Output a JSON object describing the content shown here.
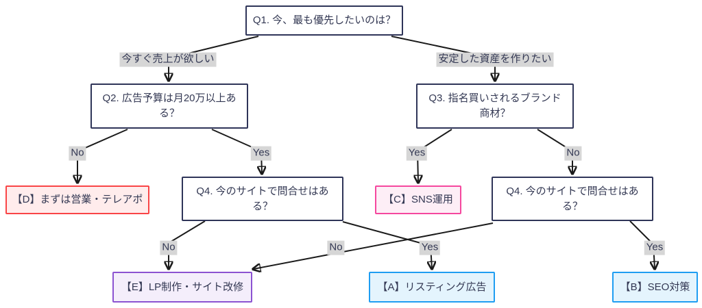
{
  "diagram": {
    "type": "decision-flowchart",
    "colors": {
      "question_border": "#2e3458",
      "question_fill": "#ffffff",
      "text": "#333853",
      "edge_line": "#1b1b1b",
      "edge_label_bg": "#d6d6d6",
      "result_d_border": "#f94446",
      "result_d_fill": "#ffecec",
      "result_c_border": "#f5479e",
      "result_c_fill": "#fdeef6",
      "result_e_border": "#8b52d1",
      "result_e_fill": "#f4eefb",
      "result_ab_border": "#1e9df2",
      "result_ab_fill": "#e4f4fd"
    },
    "nodes": {
      "q1": {
        "label": "Q1. 今、最も優先したいのは？"
      },
      "q2": {
        "label": "Q2. 広告予算は月20万以上ある？"
      },
      "q3": {
        "label": "Q3. 指名買いされるブランド商材？"
      },
      "q4_left": {
        "label": "Q4. 今のサイトで問合せはある？"
      },
      "q4_right": {
        "label": "Q4. 今のサイトで問合せはある？"
      },
      "result_d": {
        "label": "【D】まずは営業・テレアポ"
      },
      "result_c": {
        "label": "【C】SNS運用"
      },
      "result_e": {
        "label": "【E】LP制作・サイト改修"
      },
      "result_a": {
        "label": "【A】リスティング広告"
      },
      "result_b": {
        "label": "【B】SEO対策"
      }
    },
    "edge_labels": {
      "q1_left": "今すぐ売上が欲しい",
      "q1_right": "安定した資産を作りたい",
      "q2_no": "No",
      "q2_yes": "Yes",
      "q3_yes": "Yes",
      "q3_no": "No",
      "q4l_no": "No",
      "q4l_yes": "Yes",
      "q4r_no": "No",
      "q4r_yes": "Yes"
    }
  }
}
